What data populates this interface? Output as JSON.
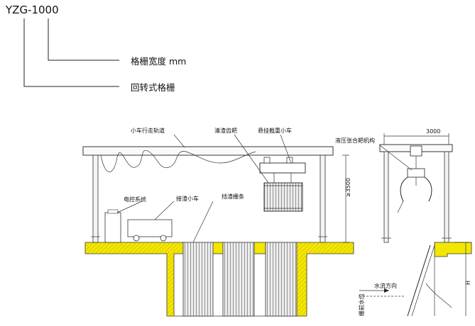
{
  "model_code": "YZG-1000",
  "callouts": {
    "width": "格栅宽度 mm",
    "type": "回转式格栅"
  },
  "labels": {
    "trolley_track": "小车行走轨道",
    "rake": "清渣齿耙",
    "hoist_trolley": "悬挂截重小车",
    "hydraulic_rake": "液压张合耙机构",
    "width_dim": "3000",
    "control": "电控系统",
    "receive_cart": "接渣小车",
    "screen": "挡渣栅条",
    "height_dim": "≥3500",
    "water_level": "栅前水位",
    "flow_dir": "水流方向",
    "depth_h": "H"
  },
  "colors": {
    "concrete": "#f3e600",
    "screen": "#e8e8e8",
    "line": "#222222"
  }
}
